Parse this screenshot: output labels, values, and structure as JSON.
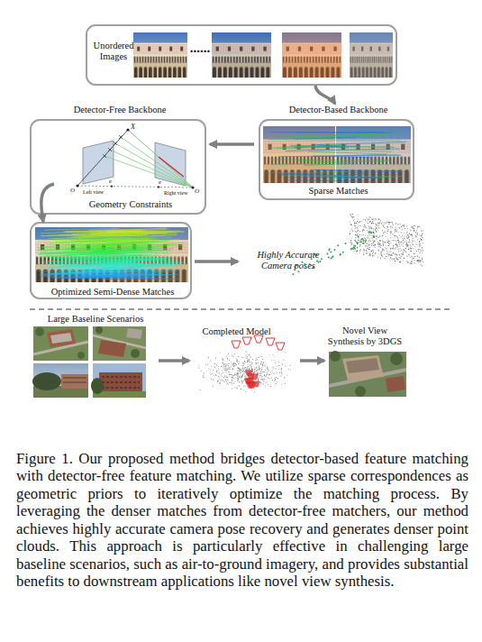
{
  "diagram": {
    "caption": "Figure 1. Our proposed method bridges detector-based feature matching with detector-free feature matching. We utilize sparse correspondences as geometric priors to iteratively optimize the matching process. By leveraging the denser matches from detector-free matchers, our method achieves highly accurate camera pose recovery and generates denser point clouds. This approach is particularly effective in challenging large baseline scenarios, such as air-to-ground imagery, and provides substantial benefits to downstream applications like novel view synthesis.",
    "nodes": [
      {
        "text": [
          "Unordered Images"
        ]
      },
      {
        "text": [
          "Detector-Free Backbone",
          "Geometry Constraints"
        ]
      },
      {
        "text": [
          "Detector-Based Backbone",
          "Sparse Matches"
        ]
      },
      {
        "text": [
          "Optimized Semi-Dense Matches"
        ]
      }
    ],
    "edges": [
      {
        "from": 0,
        "to": 2,
        "arrow": "to"
      },
      {
        "from": 2,
        "to": 1,
        "arrow": "to"
      },
      {
        "from": 1,
        "to": 3,
        "arrow": "to"
      }
    ],
    "labels": [
      "......",
      "X",
      "O",
      "e",
      "e",
      "O",
      "Left view",
      "Right view",
      "Highly Accurate Camera poses",
      "Large Baseline Scenarios",
      "Completed Model",
      "Novel View Synthesis by 3DGS"
    ]
  }
}
